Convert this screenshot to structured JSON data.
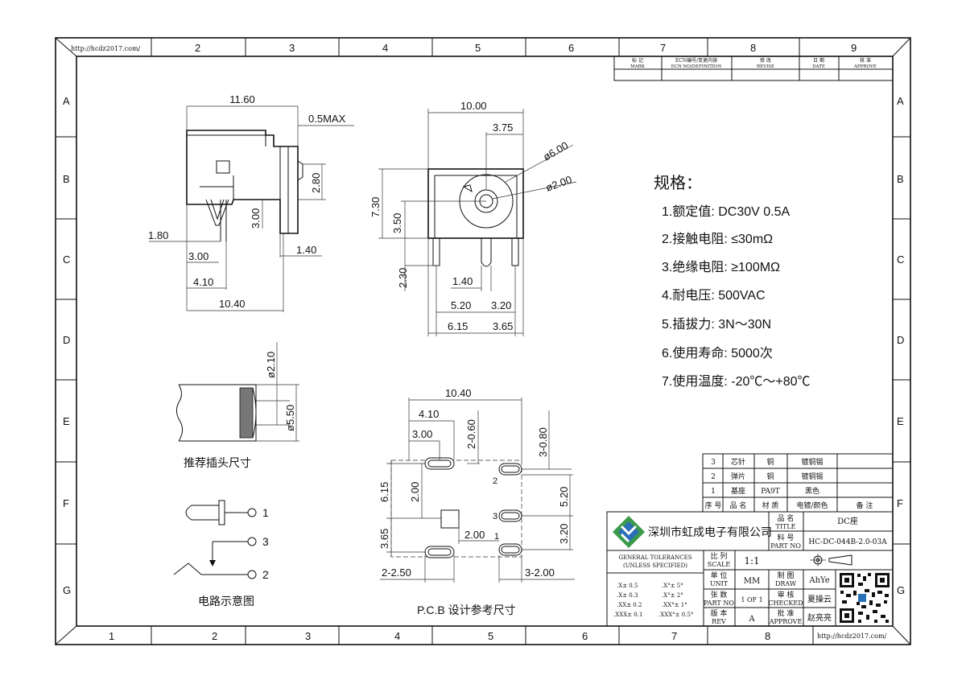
{
  "frame": {
    "url": "http://hcdz2017.com/",
    "cols_top": [
      "2",
      "3",
      "4",
      "5",
      "6",
      "7",
      "8",
      "9"
    ],
    "cols_bottom": [
      "1",
      "2",
      "3",
      "4",
      "5",
      "6",
      "7",
      "8"
    ],
    "rows": [
      "A",
      "B",
      "C",
      "D",
      "E",
      "F",
      "G"
    ]
  },
  "revision": {
    "h1": "标 记",
    "h1e": "MARK",
    "h2": "ECN编号/变更内容",
    "h2e": "ECN NO/DEFINITION",
    "h3": "修 改",
    "h3e": "REVISE",
    "h4": "日 期",
    "h4e": "DATE",
    "h5": "核 准",
    "h5e": "APPROVE"
  },
  "side_view": {
    "d1": "11.60",
    "d2": "0.5MAX",
    "d3": "2.80",
    "d4": "3.00",
    "d5": "1.80",
    "d6": "3.00",
    "d7": "1.40",
    "d8": "4.10",
    "d9": "10.40"
  },
  "front_view": {
    "d1": "10.00",
    "d2": "3.75",
    "d3": "ø6.00",
    "d4": "ø2.00",
    "d5": "7.30",
    "d6": "3.50",
    "d7": "2.30",
    "d8": "1.40",
    "d9": "5.20",
    "d10": "3.20",
    "d11": "6.15",
    "d12": "3.65"
  },
  "plug": {
    "d1": "ø2.10",
    "d2": "ø5.50",
    "caption": "推荐插头尺寸"
  },
  "circuit": {
    "p1": "1",
    "p3": "3",
    "p2": "2",
    "caption": "电路示意图"
  },
  "pcb": {
    "d1": "10.40",
    "d2": "4.10",
    "d3": "3.00",
    "d4": "2-0.60",
    "d5": "3-0.80",
    "d6": "6.15",
    "d7": "2.00",
    "d8": "3.65",
    "d9": "5.20",
    "d10": "3.20",
    "d11": "2.00",
    "d12": "2-2.50",
    "d13": "3-2.00",
    "pin2": "2",
    "pin3": "3",
    "pin1": "1",
    "caption": "P.C.B 设计参考尺寸"
  },
  "specs": {
    "title": "规格：",
    "items": [
      "1.额定值: DC30V 0.5A",
      "2.接触电阻: ≤30mΩ",
      "3.绝缘电阻: ≥100MΩ",
      "4.耐电压: 500VAC",
      "5.插拔力: 3N～30N",
      "6.使用寿命: 5000次",
      "7.使用温度: -20℃～+80℃"
    ]
  },
  "bom": {
    "rows": [
      [
        "3",
        "芯针",
        "铜",
        "镀铜锡",
        ""
      ],
      [
        "2",
        "弹片",
        "铜",
        "镀铜锡",
        ""
      ],
      [
        "1",
        "基座",
        "PA9T",
        "黑色",
        ""
      ]
    ],
    "header": [
      "序 号",
      "品 名",
      "材 质",
      "电镀/颜色",
      "备 注"
    ]
  },
  "titleblock": {
    "company": "深圳市虹成电子有限公司",
    "name_label": "品 名",
    "name_label_en": "TITLE",
    "name_value": "DC座",
    "part_label": "料 号",
    "part_label_en": "PART NO",
    "part_value": "HC-DC-044B-2.0-03A",
    "tol_title": "GENERAL TOLERANCES",
    "tol_sub": "(UNLESS SPECIFIED)",
    "tol": [
      ".X± 0.5",
      ".X°± 5°",
      ".X± 0.3",
      ".X°± 2°",
      ".XX± 0.2",
      ".XX°± 1°",
      ".XXX± 0.1",
      ".XXX°± 0.5°"
    ],
    "scale_label": "比 列",
    "scale_label_en": "SCALE",
    "scale_value": "1:1",
    "unit_label": "单 位",
    "unit_label_en": "UNIT",
    "unit_value": "MM",
    "sheet_label": "张 数",
    "sheet_label_en": "PART NO",
    "sheet_value": "1 OF 1",
    "rev_label": "版 本",
    "rev_label_en": "REV",
    "rev_value": "A",
    "draw_label": "制 图",
    "draw_label_en": "DRAW",
    "draw_value": "AhYe",
    "check_label": "审 核",
    "check_label_en": "CHECKED",
    "check_value": "夏操云",
    "approve_label": "批 准",
    "approve_label_en": "APPROVE",
    "approve_value": "赵亮亮"
  },
  "colors": {
    "logo_green": "#3a9a4a",
    "logo_blue": "#2a6fb8"
  }
}
